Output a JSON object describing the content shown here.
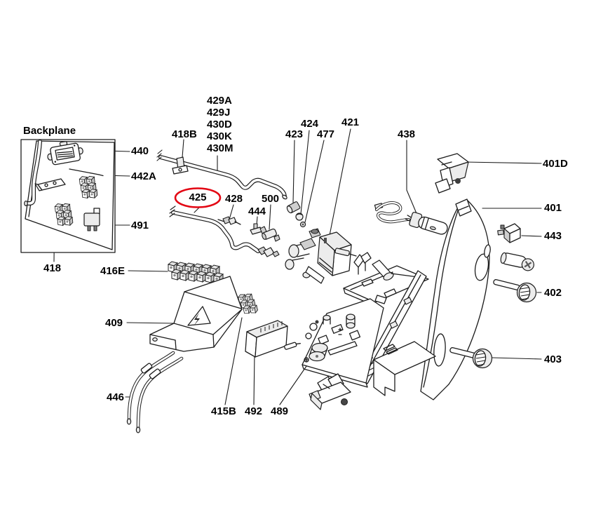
{
  "inset": {
    "title": "Backplane"
  },
  "labels": {
    "l440": "440",
    "l442a": "442A",
    "l491": "491",
    "l418": "418",
    "l416e": "416E",
    "l409": "409",
    "l446": "446",
    "l415b": "415B",
    "l492": "492",
    "l489": "489",
    "l418b": "418B",
    "pipe_group": [
      "429A",
      "429J",
      "430D",
      "430K",
      "430M"
    ],
    "l425": "425",
    "l428": "428",
    "l444": "444",
    "l500": "500",
    "l423": "423",
    "l424": "424",
    "l477": "477",
    "l421": "421",
    "l438": "438",
    "l401d": "401D",
    "l401": "401",
    "l443": "443",
    "l402": "402",
    "l403": "403"
  },
  "highlight": {
    "part": "425",
    "color": "#e30613"
  }
}
